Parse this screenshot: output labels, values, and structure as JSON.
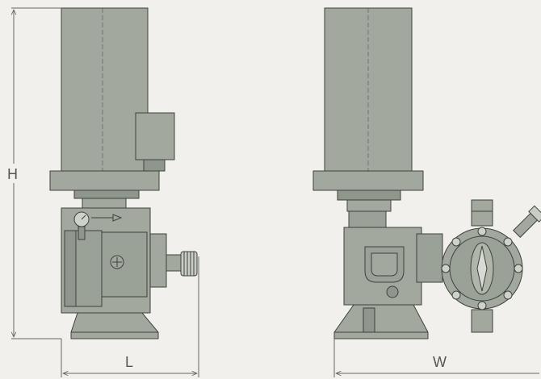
{
  "dimensions": {
    "height_label": "H",
    "length_label": "L",
    "width_label": "W"
  },
  "colors": {
    "background": "#f1f0ec",
    "body": "#a2a89d",
    "body_dark": "#8f968b",
    "outline": "#3e423c",
    "dimension_line": "#666666"
  }
}
